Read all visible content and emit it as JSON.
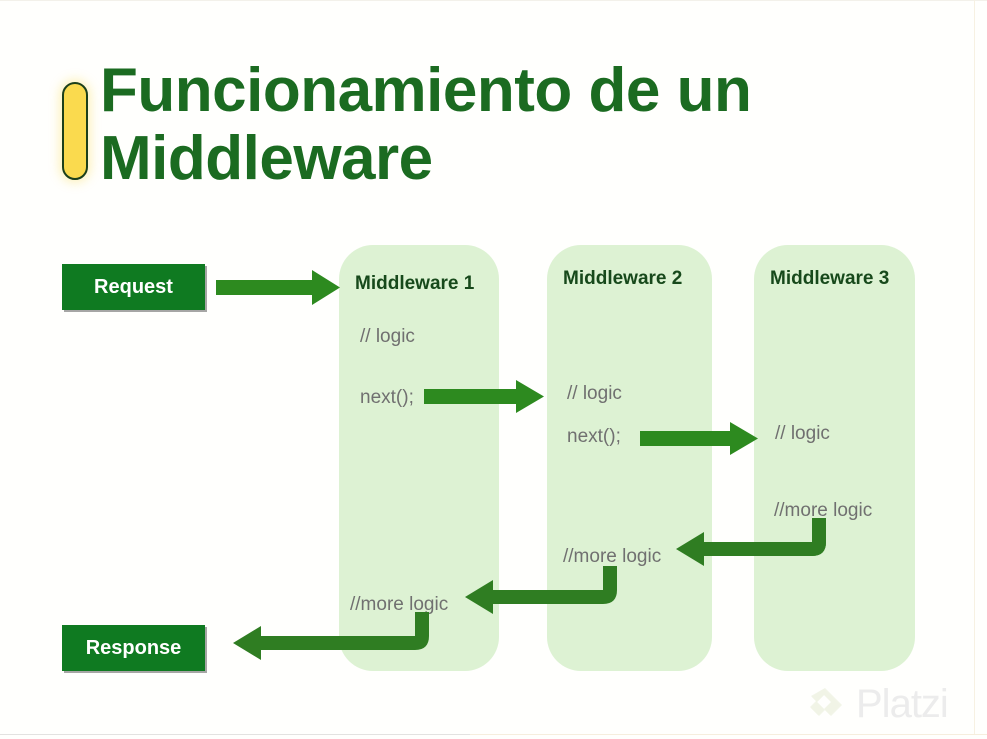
{
  "slide": {
    "title_line_1": "Funcionamiento de un",
    "title_line_2": "Middleware",
    "accent_color": "#fada4e",
    "title_color": "#1b6b21",
    "background": "#fffffd"
  },
  "endpoints": {
    "request_label": "Request",
    "response_label": "Response",
    "button_color": "#0f7a21",
    "button_text_color": "#ffffff"
  },
  "pipeline": {
    "card_color": "#ddf2d3",
    "heading_color": "#17491b",
    "code_color": "#707070",
    "arrow_color": "#2d8a1f",
    "middlewares": [
      {
        "title": "Middleware 1",
        "inbound_lines": [
          "// logic",
          "next();"
        ],
        "outbound_lines": [
          "//more logic"
        ]
      },
      {
        "title": "Middleware 2",
        "inbound_lines": [
          "// logic",
          "next();"
        ],
        "outbound_lines": [
          "//more logic"
        ]
      },
      {
        "title": "Middleware 3",
        "inbound_lines": [
          "// logic"
        ],
        "outbound_lines": [
          "//more logic"
        ]
      }
    ]
  },
  "watermark": {
    "brand": "Platzi",
    "logo_icon": "platzi-diamond-icon"
  }
}
